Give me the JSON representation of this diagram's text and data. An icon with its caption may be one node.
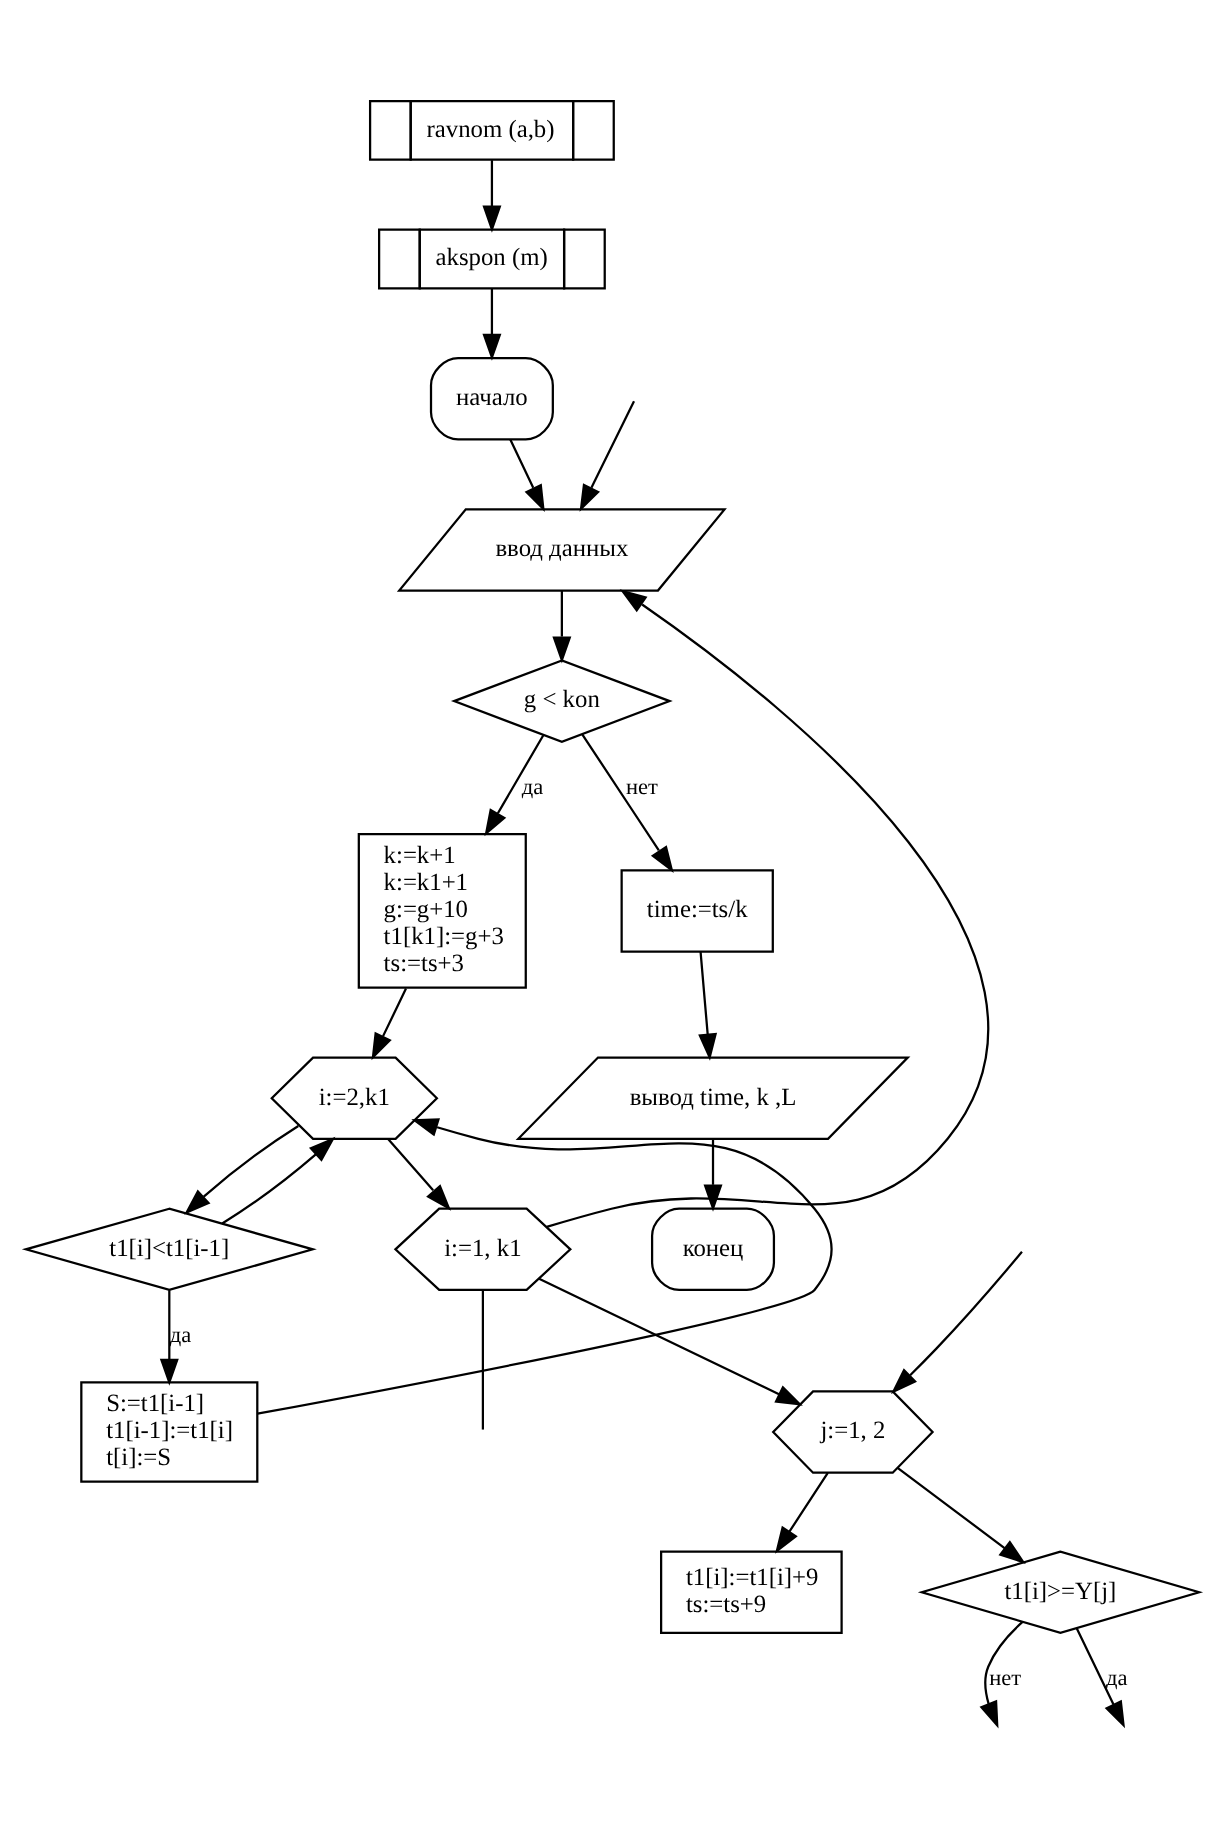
{
  "diagram": {
    "nodes": [
      {
        "text": [
          "ravnom (a,b)"
        ]
      },
      {
        "text": [
          "akspon (m)"
        ]
      },
      {
        "text": [
          "начало"
        ]
      },
      {
        "text": [
          "ввод данных"
        ]
      },
      {
        "text": [
          "g < kon"
        ]
      },
      {
        "text": [
          "time:=ts/k"
        ]
      },
      {
        "text": [
          "вывод time, k ,L"
        ]
      },
      {
        "text": [
          "конец"
        ]
      },
      {
        "text": [
          "k:=k+1",
          "k:=k1+1",
          "g:=g+10",
          "t1[k1]:=g+3",
          "ts:=ts+3"
        ]
      },
      {
        "text": [
          "i:=2,k1"
        ]
      },
      {
        "text": [
          "t1[i]<t1[i-1]"
        ]
      },
      {
        "text": [
          "S:=t1[i-1]",
          "t1[i-1]:=t1[i]",
          "t[i]:=S"
        ]
      },
      {
        "text": [
          "i:=1, k1"
        ]
      },
      {
        "text": [
          "j:=1, 2"
        ]
      },
      {
        "text": [
          "t1[i]:=t1[i]+9",
          "ts:=ts+9"
        ]
      },
      {
        "text": [
          "t1[i]>=Y[j]"
        ]
      }
    ],
    "edges": [
      {
        "from": 0,
        "to": 1,
        "arrow": "to"
      },
      {
        "from": 1,
        "to": 2,
        "arrow": "to"
      },
      {
        "from": 2,
        "to": 3,
        "arrow": "to"
      },
      {
        "from": 3,
        "to": 4,
        "arrow": "to"
      },
      {
        "from": 4,
        "to": 5,
        "arrow": "to",
        "label": "нет"
      },
      {
        "from": 4,
        "to": 8,
        "arrow": "to",
        "label": "да"
      },
      {
        "from": 5,
        "to": 6,
        "arrow": "to"
      },
      {
        "from": 6,
        "to": 7,
        "arrow": "to"
      },
      {
        "from": 8,
        "to": 9,
        "arrow": "to"
      },
      {
        "from": 9,
        "to": 10,
        "arrow": "to"
      },
      {
        "from": 10,
        "to": 11,
        "arrow": "to",
        "label": "да"
      },
      {
        "from": 11,
        "to": 9,
        "arrow": "to"
      },
      {
        "from": 10,
        "to": 9,
        "arrow": "to"
      },
      {
        "from": 9,
        "to": 12,
        "arrow": "to"
      },
      {
        "from": 12,
        "to": 3,
        "arrow": "to"
      },
      {
        "from": null,
        "to": 3,
        "arrow": "to"
      },
      {
        "from": 12,
        "to": 13,
        "arrow": "to"
      },
      {
        "from": 13,
        "to": 14,
        "arrow": "to"
      },
      {
        "from": 13,
        "to": 15,
        "arrow": "to"
      },
      {
        "from": 12,
        "to": null,
        "arrow": "none"
      },
      {
        "from": null,
        "to": 13,
        "arrow": "to"
      },
      {
        "from": 15,
        "to": null,
        "arrow": "to",
        "label": "нет"
      },
      {
        "from": 15,
        "to": null,
        "arrow": "to",
        "label": "да"
      }
    ]
  }
}
